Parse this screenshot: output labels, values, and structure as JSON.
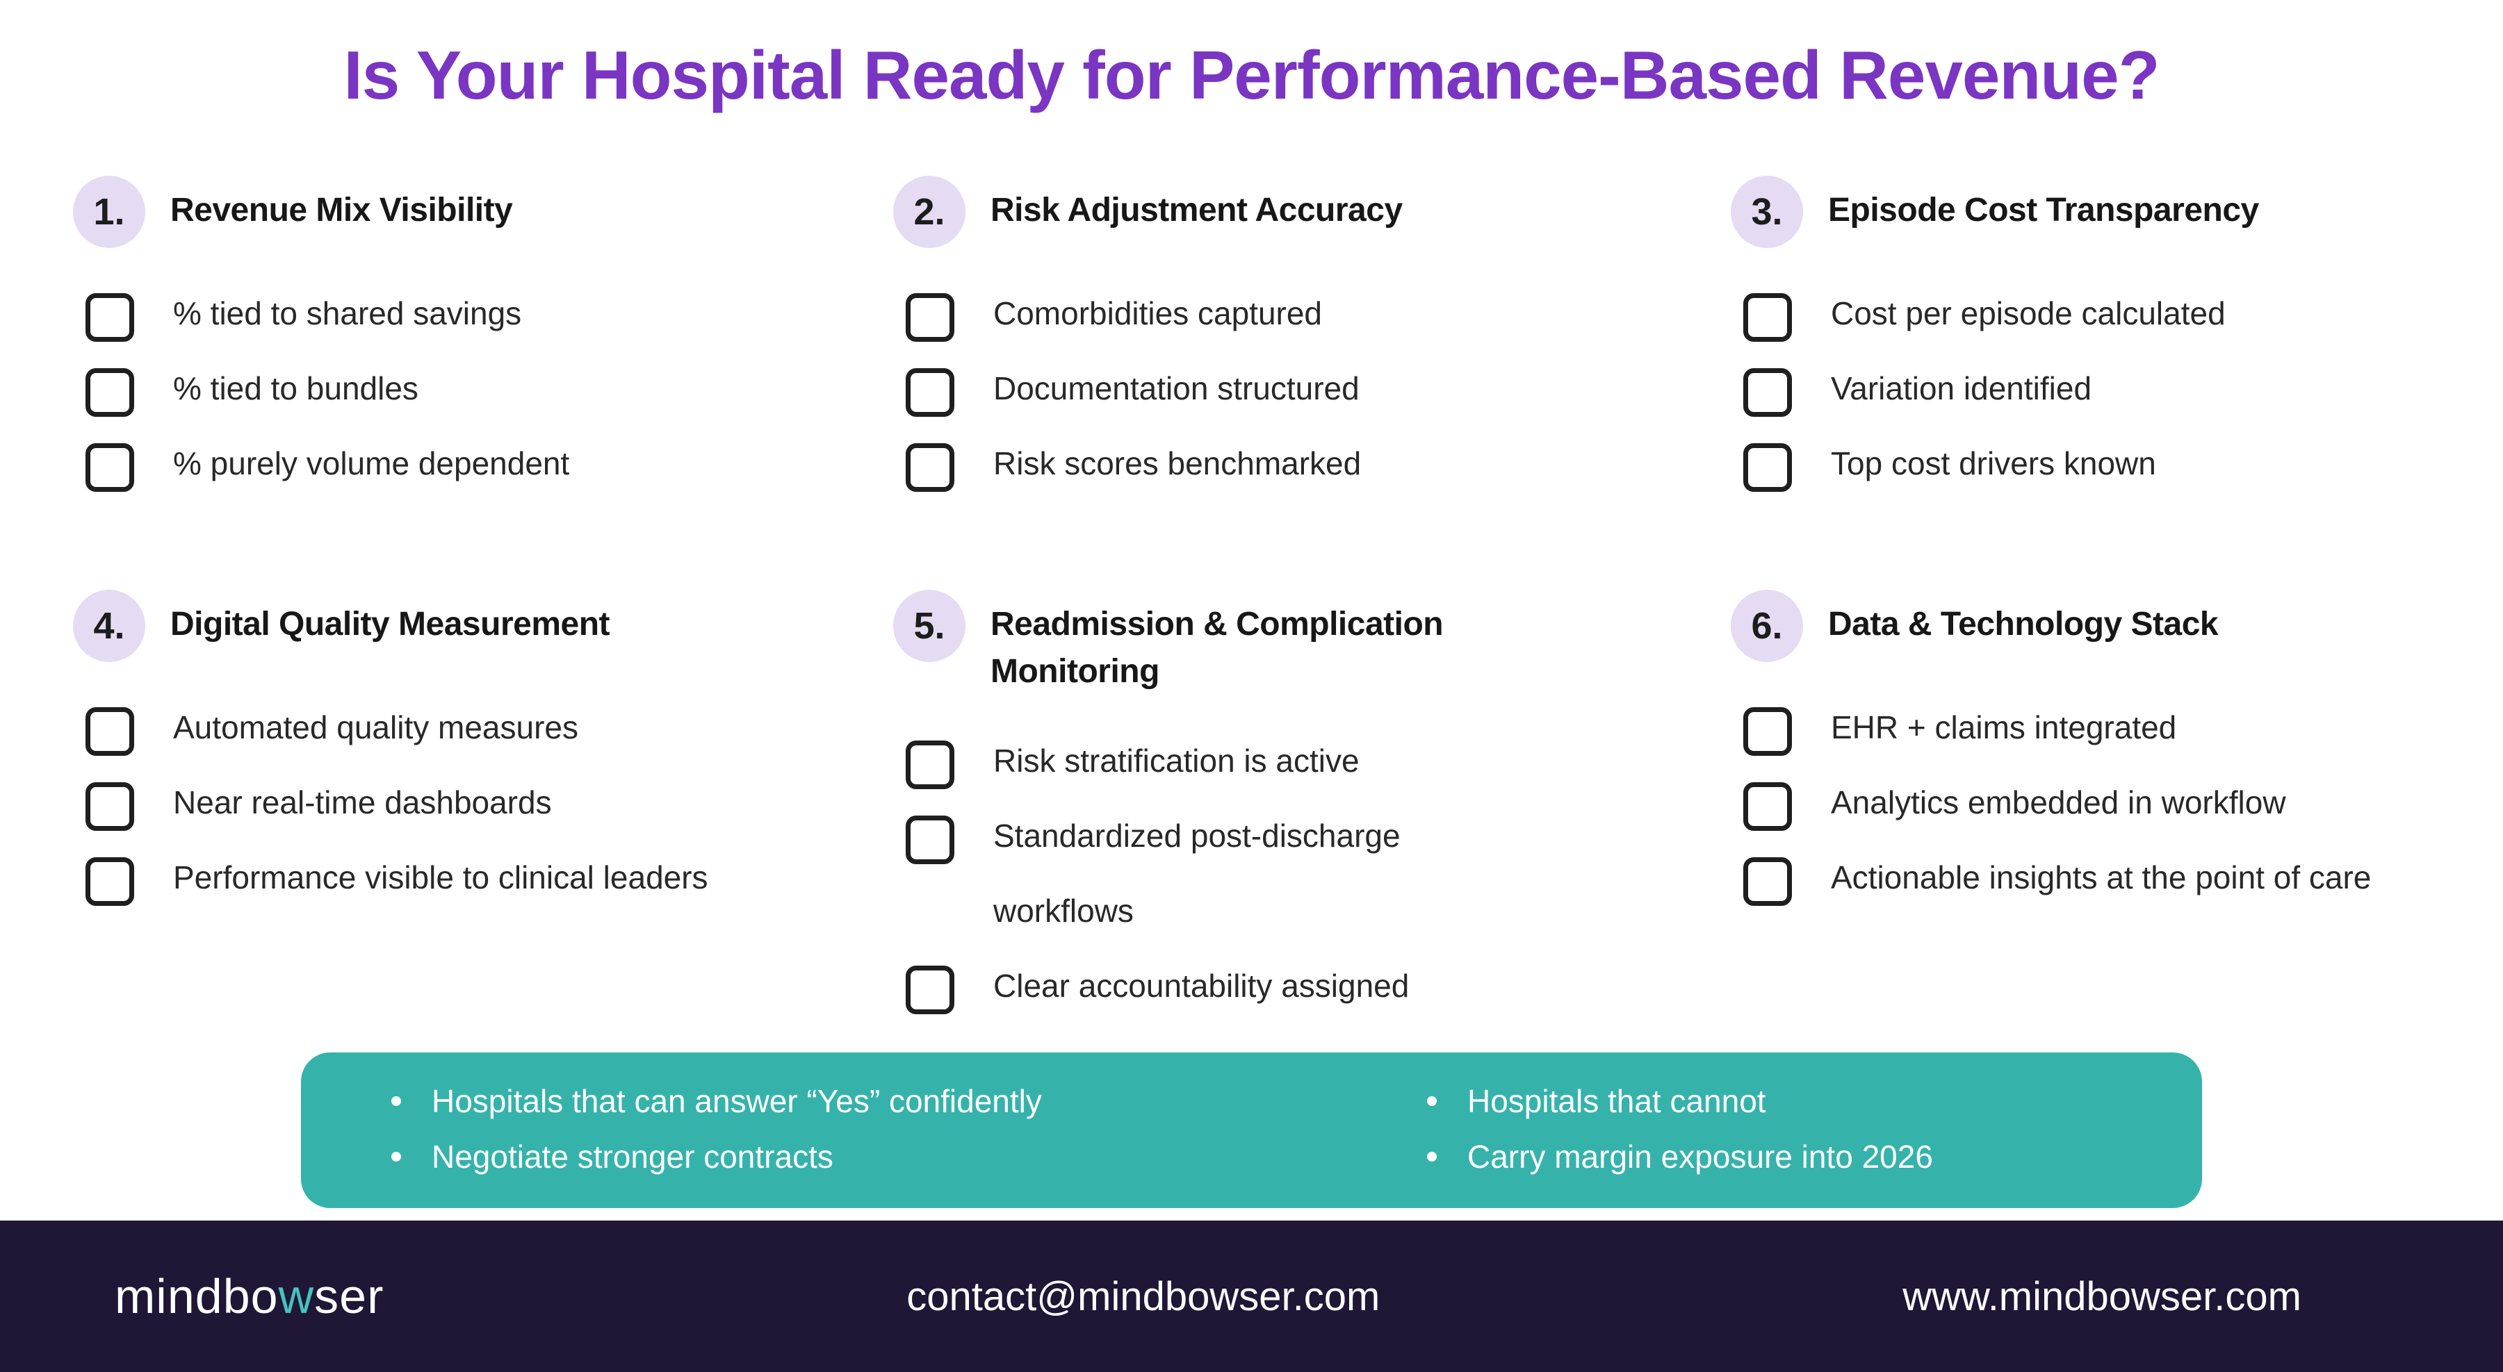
{
  "title": "Is Your Hospital Ready for Performance-Based Revenue?",
  "colors": {
    "title_purple": "#7a35c3",
    "badge_lavender": "#e5dbf3",
    "callout_teal": "#35b3ab",
    "footer_bg": "#201636",
    "logo_accent_teal": "#45c3bd"
  },
  "sections": [
    {
      "number": "1.",
      "title": "Revenue Mix Visibility",
      "items": [
        "% tied to shared savings",
        "% tied to bundles",
        "% purely volume dependent"
      ]
    },
    {
      "number": "2.",
      "title": "Risk Adjustment Accuracy",
      "items": [
        "Comorbidities captured",
        "Documentation structured",
        "Risk scores benchmarked"
      ]
    },
    {
      "number": "3.",
      "title": "Episode Cost Transparency",
      "items": [
        "Cost per episode calculated",
        "Variation identified",
        "Top cost drivers known"
      ]
    },
    {
      "number": "4.",
      "title": "Digital Quality Measurement",
      "items": [
        "Automated quality measures",
        "Near real-time dashboards",
        "Performance visible to clinical leaders"
      ]
    },
    {
      "number": "5.",
      "title": "Readmission & Complication Monitoring",
      "items": [
        "Risk stratification is active",
        "Standardized post-discharge workflows",
        "Clear accountability assigned"
      ]
    },
    {
      "number": "6.",
      "title": "Data & Technology Stack",
      "items": [
        "EHR + claims integrated",
        "Analytics embedded in workflow",
        "Actionable insights at the point of care"
      ]
    }
  ],
  "callout": {
    "left": [
      "Hospitals that can answer “Yes” confidently",
      "Negotiate stronger contracts"
    ],
    "right": [
      "Hospitals that cannot",
      "Carry margin exposure into 2026"
    ]
  },
  "footer": {
    "logo_prefix": "mindbo",
    "logo_accent": "w",
    "logo_suffix": "ser",
    "email": "contact@mindbowser.com",
    "website": "www.mindbowser.com"
  }
}
